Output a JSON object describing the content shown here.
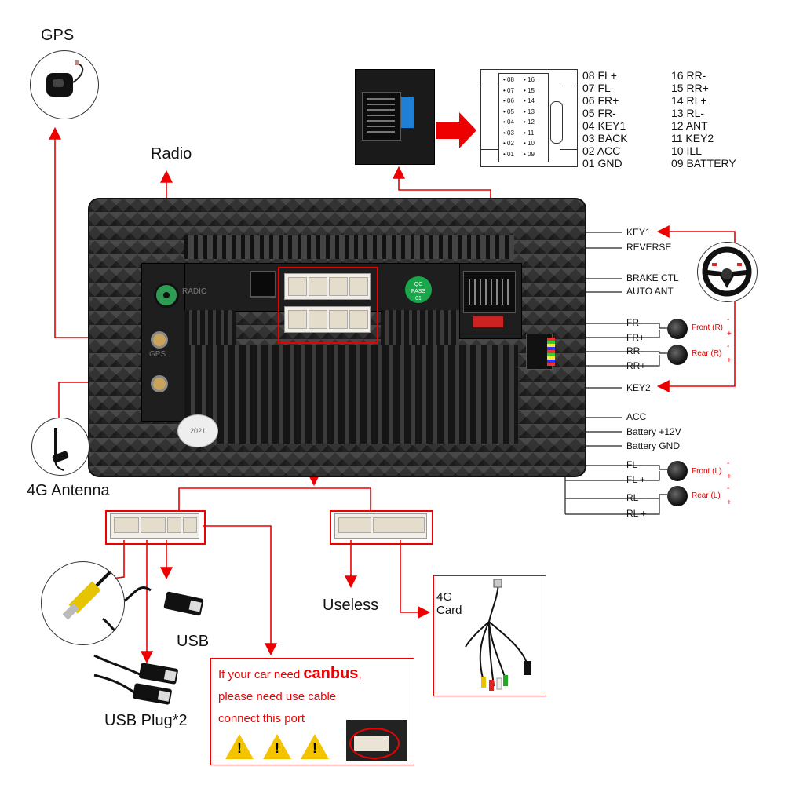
{
  "labels": {
    "gps": "GPS",
    "radio": "Radio",
    "antenna": "4G Antenna",
    "useless": "Useless",
    "usb": "USB",
    "usb_plug": "USB Plug*2",
    "card_4g_line1": "4G",
    "card_4g_line2": "Card",
    "unit_radio": "RADIO",
    "unit_gps": "GPS",
    "qc_line1": "QC",
    "qc_line2": "PASS",
    "qc_line3": "01",
    "sticker": "2021"
  },
  "connector_pins": {
    "left_numbers": [
      "08",
      "07",
      "06",
      "05",
      "04",
      "03",
      "02",
      "01"
    ],
    "right_numbers": [
      "16",
      "15",
      "14",
      "13",
      "12",
      "11",
      "10",
      "09"
    ],
    "left_column": [
      "08 FL+",
      "07 FL-",
      "06 FR+",
      "05 FR-",
      "04 KEY1",
      "03 BACK",
      "02 ACC",
      "01 GND"
    ],
    "right_column": [
      "16 RR-",
      "15 RR+",
      "14 RL+",
      "13 RL-",
      "12 ANT",
      "11 KEY2",
      "10 ILL",
      "09 BATTERY"
    ]
  },
  "harness_wires": [
    "KEY1",
    "REVERSE",
    "BRAKE CTL",
    "AUTO ANT",
    "FR-",
    "FR+",
    "RR-",
    "RR+",
    "KEY2",
    "ACC",
    "Battery +12V",
    "Battery GND",
    "FL -",
    "FL +",
    "RL -",
    "RL +"
  ],
  "speakers": {
    "front_r": "Front (R)",
    "rear_r": "Rear (R)",
    "front_l": "Front (L)",
    "rear_l": "Rear (L)",
    "minus": "-",
    "plus": "+"
  },
  "canbus_note": {
    "line1_prefix": "If your car need ",
    "line1_bold": "canbus",
    "line1_suffix": ",",
    "line2": "please need use cable",
    "line3": "connect this port"
  },
  "colors": {
    "arrow": "#e00000",
    "wire": "#222222",
    "qc_badge": "#1aa64a"
  }
}
